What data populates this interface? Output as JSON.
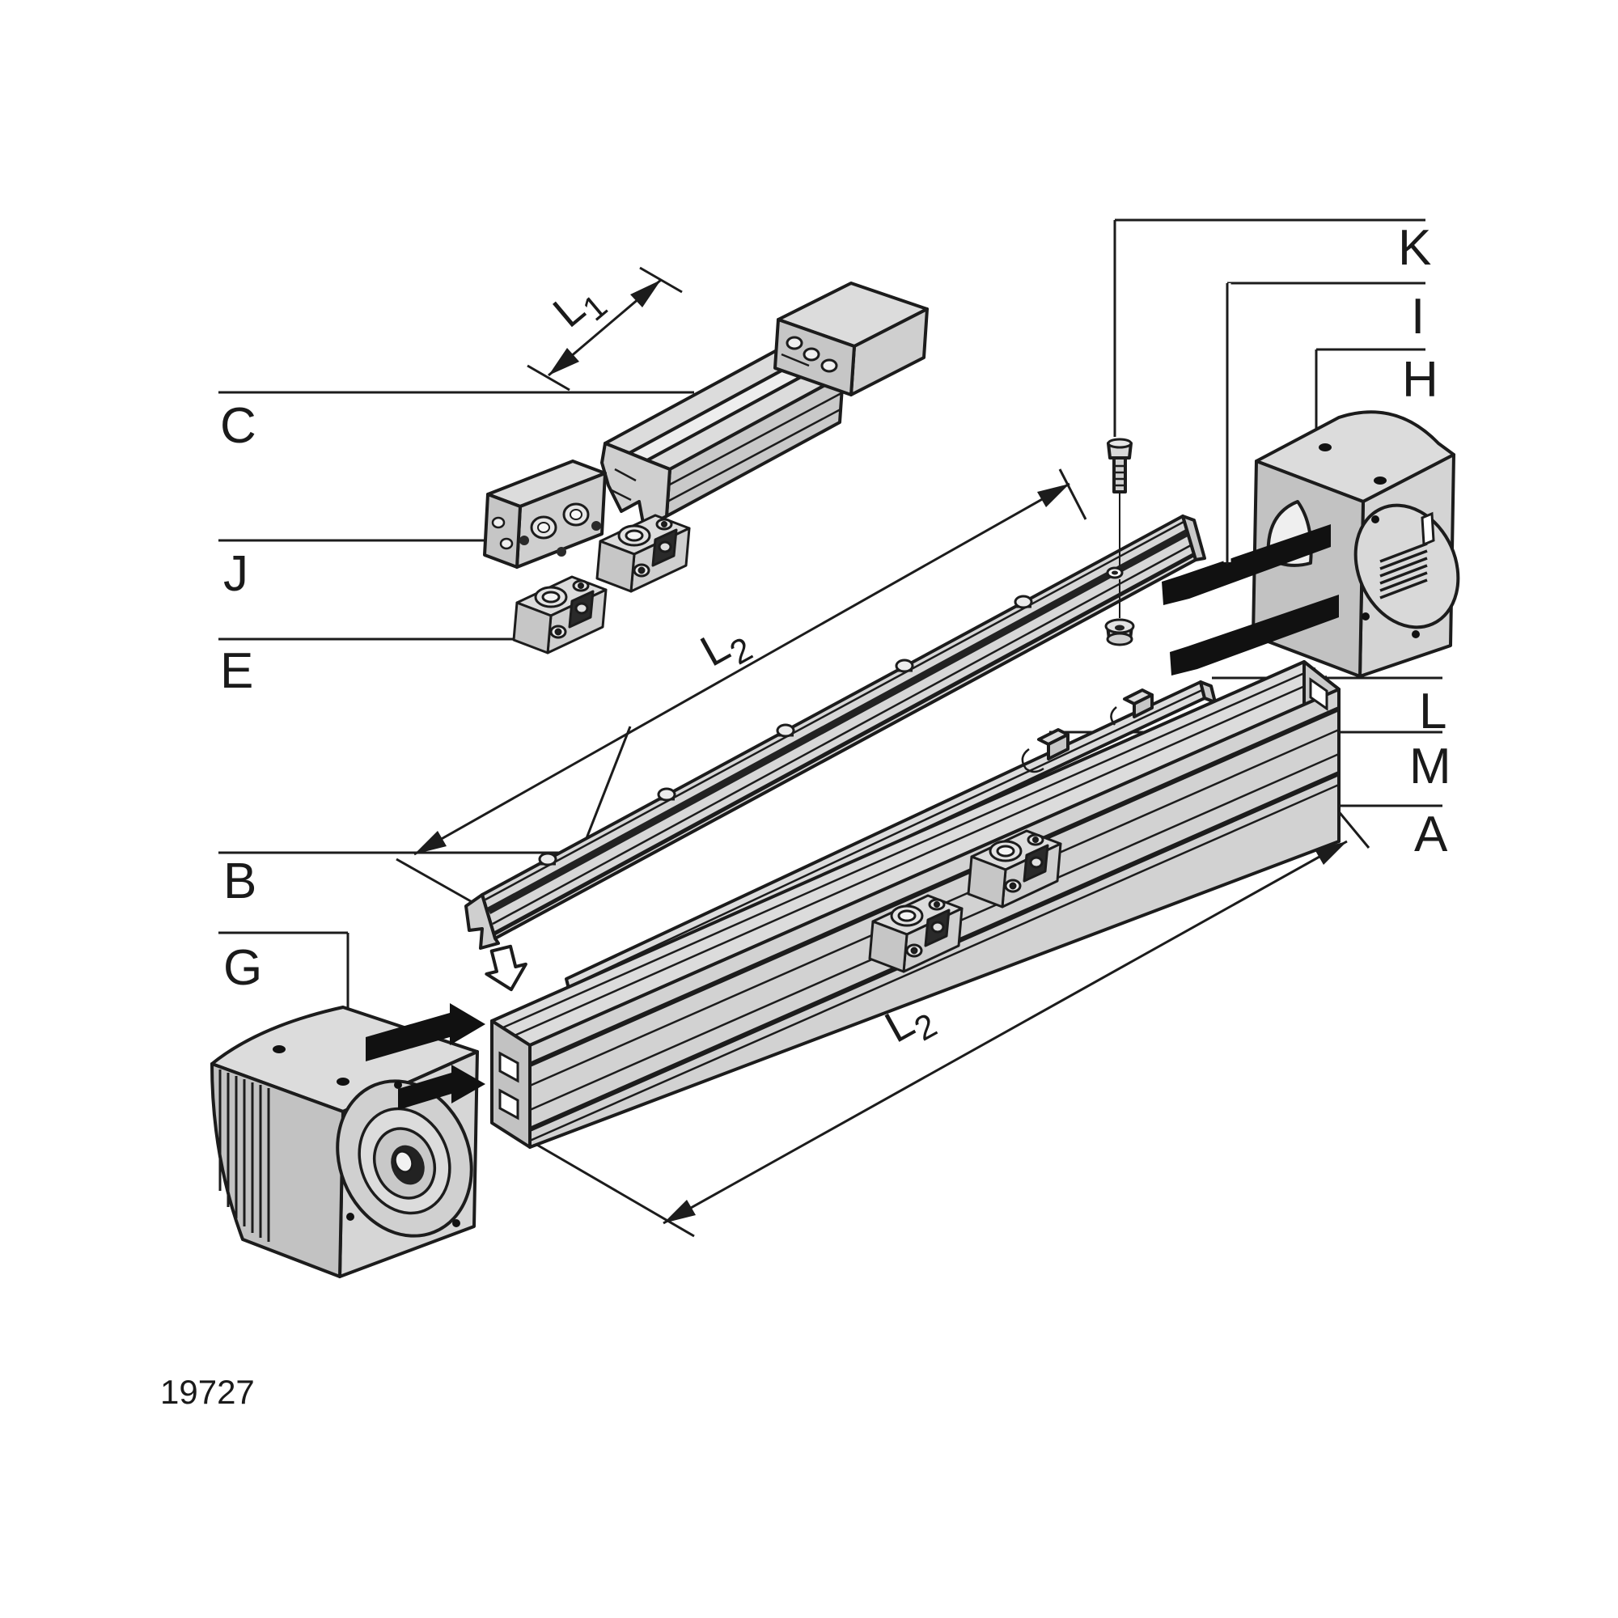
{
  "figure_number": "19727",
  "callout_labels": {
    "c": "C",
    "j": "J",
    "e": "E",
    "b": "B",
    "g": "G",
    "k": "K",
    "i": "I",
    "h": "H",
    "l": "L",
    "m": "M",
    "a": "A"
  },
  "dimension_labels": {
    "l1": {
      "base": "L",
      "sub": "1"
    },
    "l2_top": {
      "base": "L",
      "sub": "2"
    },
    "l2_bottom": {
      "base": "L",
      "sub": "2"
    }
  },
  "icons": {
    "insertion_arrow": "hollow-down-arrow",
    "belt_tip_arrow": "solid-black-wedge",
    "dimension_arrowhead": "solid-triangle"
  },
  "colors": {
    "line": "#1c1c1c",
    "fill_light": "#dcdcdc",
    "fill_mid": "#cfcfcf",
    "fill_shade": "#c2c2c2",
    "belt_black": "#111111",
    "background": "#ffffff"
  }
}
